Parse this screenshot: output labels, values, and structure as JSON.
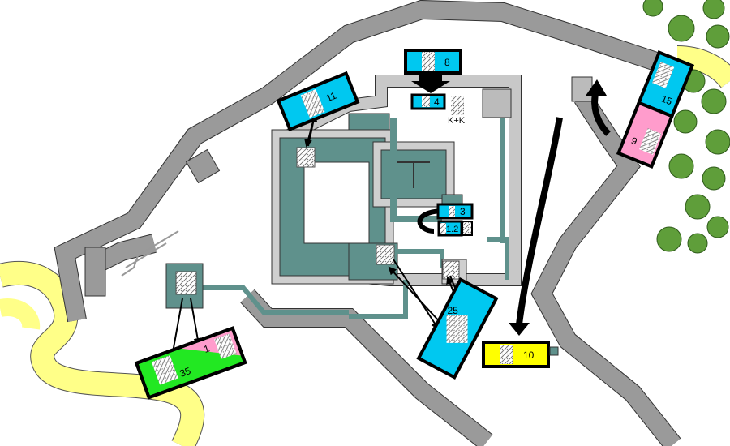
{
  "map": {
    "colors": {
      "wall": "#9a9a9a",
      "wall_outline": "#333333",
      "inner_castle": "#5f918c",
      "road": "#ffff88",
      "tree": "#5f9e3a",
      "background": "#ffffff"
    },
    "counters": [
      {
        "label": "8",
        "color": "#00c8f0"
      },
      {
        "label": "4",
        "color": "#00c8f0"
      },
      {
        "label": "11",
        "color": "#00c8f0"
      },
      {
        "label": "15",
        "color": "#00c8f0"
      },
      {
        "label": "9",
        "color": "#ff9ccc"
      },
      {
        "label": "3",
        "color": "#00c8f0"
      },
      {
        "label": "1.2",
        "color": "#00c8f0"
      },
      {
        "label": "25",
        "color": "#00c8f0"
      },
      {
        "label": "10",
        "color": "#ffff00"
      },
      {
        "label": "1",
        "color": "#ff9ccc"
      },
      {
        "label": "35",
        "color": "#22e822"
      }
    ],
    "annotations": {
      "kk": "K+K"
    }
  }
}
